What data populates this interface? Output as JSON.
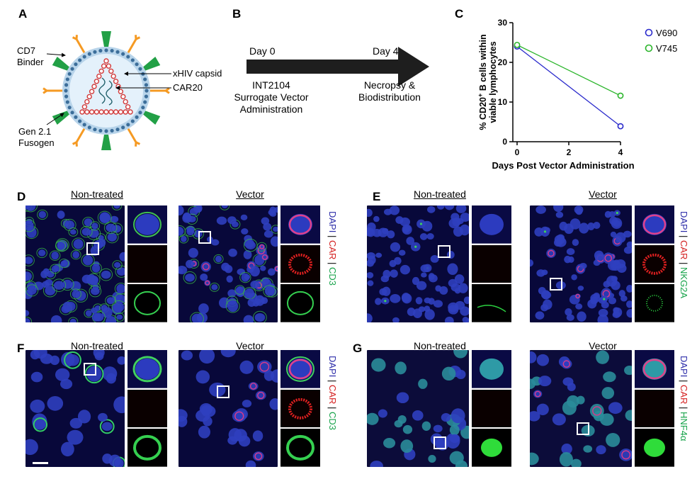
{
  "panels": {
    "A": {
      "letter": "A",
      "labels": {
        "cd7_binder": "CD7\nBinder",
        "xhiv_capsid": "xHIV capsid",
        "car20": "CAR20",
        "fusogen": "Gen 2.1\nFusogen"
      },
      "colors": {
        "spike_green": "#22a046",
        "spike_orange": "#f59a23",
        "bead_blue": "#3c6e9a",
        "bead_red": "#d23a3a",
        "membrane": "#b8d4ea",
        "interior": "#e4f1fb"
      }
    },
    "B": {
      "letter": "B",
      "day0": "Day 0",
      "day4": "Day 4",
      "left_text": "INT2104\nSurrogate Vector\nAdministration",
      "right_text": "Necropsy &\nBiodistribution"
    },
    "C": {
      "letter": "C"
    },
    "D": {
      "letter": "D",
      "left_title": "Non-treated",
      "right_title": "Vector",
      "stain": [
        "DAPI",
        "CAR",
        "CD3"
      ]
    },
    "E": {
      "letter": "E",
      "left_title": "Non-treated",
      "right_title": "Vector",
      "stain": [
        "DAPI",
        "CAR",
        "NKG2A"
      ]
    },
    "F": {
      "letter": "F",
      "left_title": "Non-treated",
      "right_title": "Vector",
      "stain": [
        "DAPI",
        "CAR",
        "CD3"
      ]
    },
    "G": {
      "letter": "G",
      "left_title": "Non-treated",
      "right_title": "Vector",
      "stain": [
        "DAPI",
        "CAR",
        "HNF4α"
      ]
    }
  },
  "stain_colors": {
    "DAPI": "#2a2aa8",
    "CAR": "#d42020",
    "marker": "#17a34a",
    "separator": "#000000"
  },
  "chart_data": {
    "type": "line",
    "ylabel_line1": "% CD20",
    "ylabel_sup": "+",
    "ylabel_rest": " B cells within",
    "ylabel_line2": "viable lymphocytes",
    "xlabel": "Days Post Vector Administration",
    "x_ticks": [
      "0",
      "2",
      "4"
    ],
    "y_ticks": [
      "0",
      "10",
      "20",
      "30"
    ],
    "xlim": [
      0,
      4
    ],
    "ylim": [
      0,
      30
    ],
    "series": [
      {
        "name": "V690",
        "color": "#2b2bcc",
        "x": [
          0,
          4
        ],
        "y": [
          24.0,
          3.9
        ]
      },
      {
        "name": "V745",
        "color": "#2bb52b",
        "x": [
          0,
          4
        ],
        "y": [
          24.4,
          11.6
        ]
      }
    ],
    "legend_position": "top-right",
    "grid": false
  }
}
